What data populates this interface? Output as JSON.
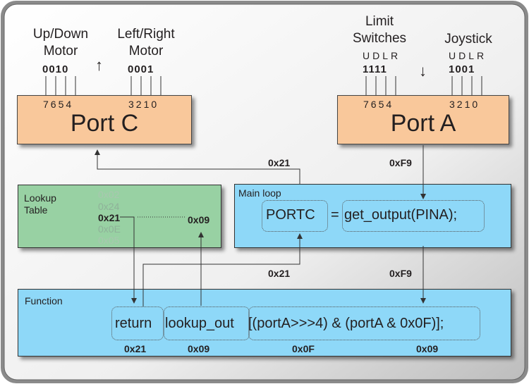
{
  "port_c": {
    "name": "Port C",
    "groups": [
      {
        "title_line1": "Up/Down",
        "title_line2": "Motor",
        "bits": "0010",
        "bit_numbers": "7654"
      },
      {
        "title_line1": "Left/Right",
        "title_line2": "Motor",
        "bits": "0001",
        "bit_numbers": "3210"
      }
    ],
    "arrow": "↑"
  },
  "port_a": {
    "name": "Port A",
    "groups": [
      {
        "title_line1": "Limit",
        "title_line2": "Switches",
        "directions": "UDLR",
        "bits": "1111",
        "bit_numbers": "7654"
      },
      {
        "title_line1": "Joystick",
        "title_line2": "",
        "directions": "UDLR",
        "bits": "1001",
        "bit_numbers": "3210"
      }
    ],
    "arrow": "↓"
  },
  "lookup_table": {
    "label_line1": "Lookup",
    "label_line2": "Table",
    "entries": [
      "0x24",
      "0x21",
      "0x0E"
    ],
    "selected": "0x21",
    "index": "0x09"
  },
  "main_loop": {
    "label": "Main loop",
    "lhs": "PORTC",
    "op": "=",
    "rhs": "get_output(PINA);"
  },
  "function": {
    "label": "Function",
    "ret": "return",
    "call": "lookup_out",
    "args": "[(portA>>>4) & (portA & 0x0F)];"
  },
  "values": {
    "to_port_c": "0x21",
    "from_port_a": "0xF9",
    "to_main_loop": "0x21",
    "into_function": "0xF9",
    "return_val": "0x21",
    "lookup_val": "0x09",
    "mask_val": "0x0F",
    "result_val": "0x09"
  },
  "colors": {
    "port": "#f9c89b",
    "loop_box": "#8ed8f8",
    "lookup_box": "#98d1a3"
  }
}
